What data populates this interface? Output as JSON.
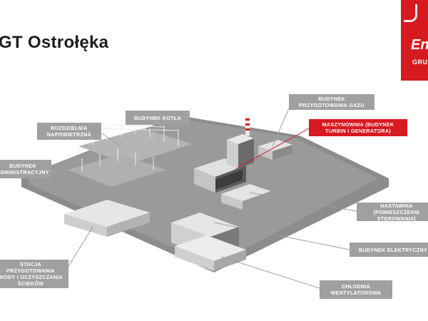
{
  "header": {
    "title": "GT Ostrołęka"
  },
  "brand": {
    "logo_text": "Ene",
    "group_text": "GRUPA",
    "color": "#d71920"
  },
  "colors": {
    "label_bg": "#a0a0a0",
    "accent": "#d71920",
    "building_light": "#dcdcdc",
    "building_dark": "#4a4a4a",
    "ground": "#8e8e8e"
  },
  "labels": {
    "gas_building": "BUDYNEK\nPRZYGOTOWANIA GAZU",
    "boiler_building": "BUDYNEK KOTŁA",
    "machine_hall": "MASZYNOWNIA (BUDYNEK\nTURBIN I GENERATORA)",
    "switchyard": "ROZDZIELNIA\nNAPOWIETRZNA",
    "admin_building": "BUDYNEK\nADMINISTRACYJNY",
    "control_room": "NASTAWNIA\n(POMIESZCZENIE STEROWANIA)",
    "electrical_building": "BUDYNEK ELEKTRYCZNY",
    "water_treatment": "STACJA PRZYGOTOWANIA\nWODY I OCZYSZCZANIA\nŚCIEKÓW",
    "cooling_tower": "CHŁODNIA\nWENTYLATOROWA"
  }
}
